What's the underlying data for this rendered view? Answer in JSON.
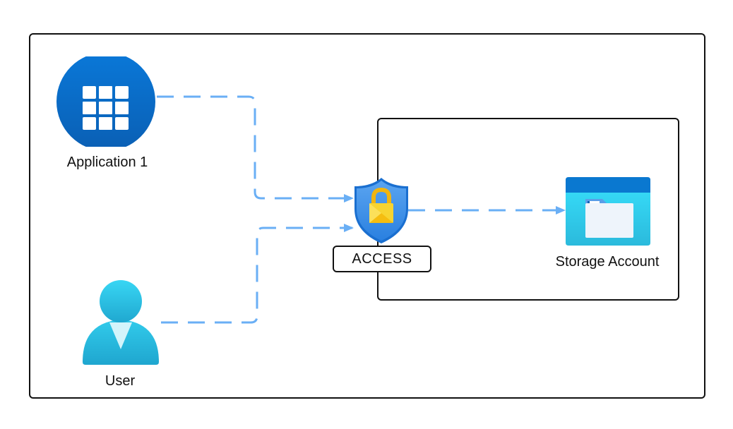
{
  "diagram": {
    "nodes": {
      "application": {
        "label": "Application 1",
        "icon": "app-grid-icon"
      },
      "user": {
        "label": "User",
        "icon": "user-icon"
      },
      "access": {
        "label": "ACCESS",
        "icon": "shield-lock-icon"
      },
      "storage": {
        "label": "Storage Account",
        "icon": "storage-folder-icon"
      }
    },
    "edges": [
      {
        "from": "Application 1",
        "to": "ACCESS",
        "style": "dashed",
        "arrow": true
      },
      {
        "from": "User",
        "to": "ACCESS",
        "style": "dashed",
        "arrow": true
      },
      {
        "from": "ACCESS",
        "to": "Storage Account",
        "style": "dashed",
        "arrow": true
      }
    ],
    "colors": {
      "connector": "#6aaff5",
      "frame": "#111111",
      "app_blue": "#0a6fd0",
      "user_cyan": "#32c8ea",
      "shield_blue": "#3c8fe8",
      "lock_yellow": "#f5c518",
      "storage_top": "#0a78d0",
      "storage_body": "#34d2f0"
    }
  }
}
